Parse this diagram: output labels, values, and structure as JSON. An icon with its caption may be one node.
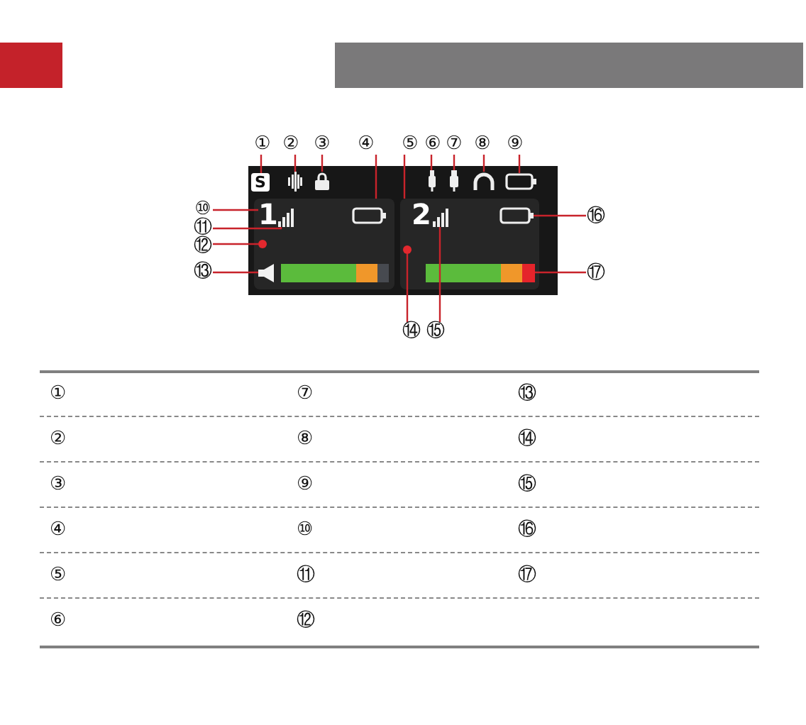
{
  "diagram": {
    "nodes": [
      {
        "text": [
          "①"
        ]
      },
      {
        "text": [
          "②"
        ]
      },
      {
        "text": [
          "③"
        ]
      },
      {
        "text": [
          "④"
        ]
      },
      {
        "text": [
          "⑤"
        ]
      },
      {
        "text": [
          "⑥"
        ]
      },
      {
        "text": [
          "⑦"
        ]
      },
      {
        "text": [
          "⑧"
        ]
      },
      {
        "text": [
          "⑨"
        ]
      },
      {
        "text": [
          "⑩"
        ]
      },
      {
        "text": [
          "⑪"
        ]
      },
      {
        "text": [
          "⑫"
        ]
      },
      {
        "text": [
          "⑬"
        ]
      },
      {
        "text": [
          "⑭"
        ]
      },
      {
        "text": [
          "⑮"
        ]
      },
      {
        "text": [
          "⑯"
        ]
      },
      {
        "text": [
          "⑰"
        ]
      },
      {
        "text": [
          "S"
        ]
      },
      {
        "text": [],
        "shape": "waveform"
      },
      {
        "text": [],
        "shape": "lock"
      },
      {
        "text": [],
        "shape": "box"
      },
      {
        "text": [],
        "shape": "box"
      },
      {
        "text": [],
        "shape": "plug"
      },
      {
        "text": [],
        "shape": "plug"
      },
      {
        "text": [],
        "shape": "headphones"
      },
      {
        "text": [],
        "shape": "battery"
      },
      {
        "text": [
          "1"
        ],
        "in": 20
      },
      {
        "text": [],
        "shape": "bars",
        "in": 20
      },
      {
        "text": [],
        "shape": "dot",
        "in": 20
      },
      {
        "text": [],
        "shape": "speaker",
        "in": 20
      },
      {
        "text": [],
        "shape": "battery",
        "in": 21
      },
      {
        "text": [],
        "shape": "meter",
        "in": 21
      },
      {
        "text": [],
        "shape": "dot",
        "in": 21
      },
      {
        "text": [],
        "shape": "bars",
        "in": 21
      },
      {
        "text": [],
        "shape": "battery",
        "in": 20
      },
      {
        "text": [],
        "shape": "meter",
        "in": 20
      }
    ],
    "edges": [
      {
        "from": 0,
        "to": 17,
        "arrow": "none"
      },
      {
        "from": 1,
        "to": 18,
        "arrow": "none"
      },
      {
        "from": 2,
        "to": 19,
        "arrow": "none"
      },
      {
        "from": 3,
        "to": 20,
        "arrow": "none"
      },
      {
        "from": 4,
        "to": 21,
        "arrow": "none"
      },
      {
        "from": 5,
        "to": 22,
        "arrow": "none"
      },
      {
        "from": 6,
        "to": 23,
        "arrow": "none"
      },
      {
        "from": 7,
        "to": 24,
        "arrow": "none"
      },
      {
        "from": 8,
        "to": 25,
        "arrow": "none"
      },
      {
        "from": 9,
        "to": 26,
        "arrow": "none"
      },
      {
        "from": 10,
        "to": 27,
        "arrow": "none"
      },
      {
        "from": 11,
        "to": 28,
        "arrow": "none"
      },
      {
        "from": 12,
        "to": 29,
        "arrow": "none"
      },
      {
        "from": 13,
        "to": 32,
        "arrow": "none"
      },
      {
        "from": 14,
        "to": 33,
        "arrow": "none"
      },
      {
        "from": 15,
        "to": 30,
        "arrow": "none"
      },
      {
        "from": 16,
        "to": 31,
        "arrow": "none"
      }
    ],
    "labels": [
      "2",
      "①",
      "⑦",
      "⑬",
      "②",
      "⑧",
      "⑭",
      "③",
      "⑨",
      "⑮",
      "④",
      "⑩",
      "⑯",
      "⑤",
      "⑪",
      "⑰",
      "⑥",
      "⑫"
    ]
  }
}
